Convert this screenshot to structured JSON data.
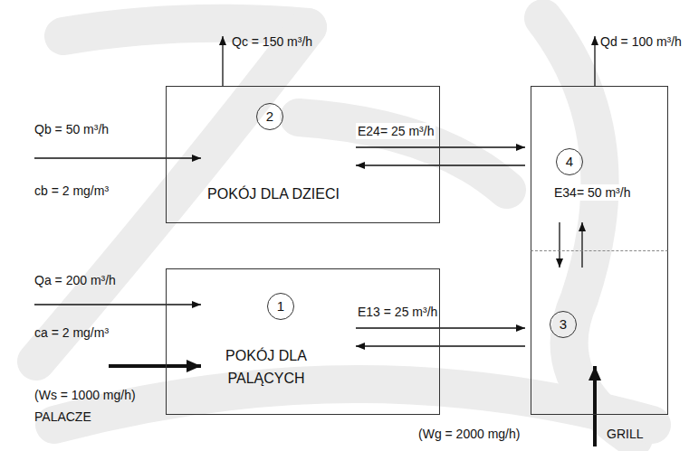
{
  "diagram": {
    "nodes": [
      {
        "text": [
          "2",
          "POKÓJ DLA DZIECI"
        ]
      },
      {
        "text": [
          "4"
        ]
      },
      {
        "text": [
          "1",
          "POKÓJ DLA PALĄCYCH"
        ]
      },
      {
        "text": [
          "3"
        ]
      }
    ],
    "edges": [
      {
        "from": 0,
        "to": 1,
        "arrow": "to",
        "label": "E24= 25 m³/h"
      },
      {
        "from": 1,
        "to": 0,
        "arrow": "to"
      },
      {
        "from": 1,
        "to": 3,
        "arrow": "to",
        "label": "E34= 50 m³/h"
      },
      {
        "from": 3,
        "to": 1,
        "arrow": "to"
      },
      {
        "from": 2,
        "to": 3,
        "arrow": "to",
        "label": "E13 = 25 m³/h"
      },
      {
        "from": 3,
        "to": 2,
        "arrow": "to"
      }
    ],
    "labels": [
      "Qc = 150 m³/h",
      "Qd = 100 m³/h",
      "Qb = 50 m³/h",
      "cb = 2 mg/m³",
      "Qa = 200 m³/h",
      "ca = 2 mg/m³",
      "(Ws = 1000 mg/h)",
      "PALACZE",
      "(Wg = 2000 mg/h)",
      "GRILL"
    ]
  }
}
